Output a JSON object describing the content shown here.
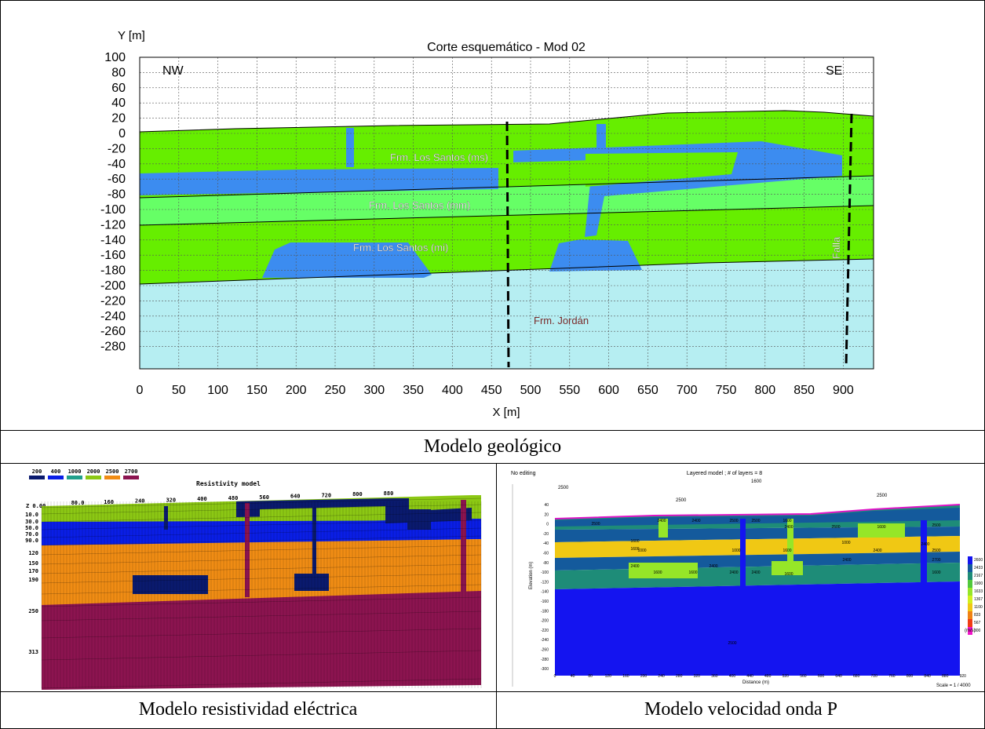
{
  "captions": {
    "geologic": "Modelo geológico",
    "resistivity": "Modelo resistividad eléctrica",
    "velocity": "Modelo velocidad onda P"
  },
  "geologic_section": {
    "title": "Corte esquemático - Mod 02",
    "ylabel": "Y [m]",
    "xlabel": "X [m]",
    "direction_left": "NW",
    "direction_right": "SE",
    "yticks": [
      "100",
      "80",
      "60",
      "40",
      "20",
      "0",
      "-20",
      "-40",
      "-60",
      "-80",
      "-100",
      "-120",
      "-140",
      "-160",
      "-180",
      "-200",
      "-220",
      "-240",
      "-260",
      "-280"
    ],
    "xticks": [
      "0",
      "50",
      "100",
      "150",
      "200",
      "250",
      "300",
      "350",
      "400",
      "450",
      "500",
      "550",
      "600",
      "650",
      "700",
      "750",
      "800",
      "850",
      "900"
    ],
    "labels": {
      "upper": "Frm. Los Santos (ms)",
      "middle": "Frm. Los Santos (mm)",
      "lower": "Frm. Los Santos (mi)",
      "base": "Frm. Jordán",
      "fault": "Falla"
    },
    "colors": {
      "green_dark": "#66ee00",
      "green_light": "#66ff66",
      "blue": "#3c8cf0",
      "base": "#b6eef2"
    }
  },
  "resistivity_model": {
    "title": "Resistivity model",
    "legend": [
      {
        "value": "200",
        "color": "#0a1a6e"
      },
      {
        "value": "400",
        "color": "#0a1ee6"
      },
      {
        "value": "1000",
        "color": "#21a08c"
      },
      {
        "value": "2000",
        "color": "#8cc814"
      },
      {
        "value": "2500",
        "color": "#f08c14"
      },
      {
        "value": "2700",
        "color": "#8c1450"
      }
    ],
    "xticks": [
      "80.0",
      "160",
      "240",
      "320",
      "400",
      "480",
      "560",
      "640",
      "720",
      "800",
      "880"
    ],
    "depth_labels": [
      "Z  0.00",
      "10.0",
      "30.0",
      "50.0",
      "70.0",
      "90.0",
      "120",
      "150",
      "170",
      "190",
      "250",
      "313"
    ]
  },
  "velocity_model": {
    "header_left": "No editing",
    "title": "Layered model ; # of layers = 8",
    "left_marker": "2500",
    "markers": [
      "2500",
      "1600",
      "2500"
    ],
    "yaxis_label": "Elevation (m)",
    "xaxis_label": "Distance (m)",
    "scale": "Scale = 1 / 4000",
    "unit": "(m/s)",
    "yticks": [
      "40",
      "20",
      "0",
      "-20",
      "-40",
      "-60",
      "-80",
      "-100",
      "-120",
      "-140",
      "-160",
      "-180",
      "-200",
      "-220",
      "-240",
      "-260",
      "-280",
      "-300"
    ],
    "xticks": [
      "0",
      "40",
      "80",
      "120",
      "160",
      "200",
      "240",
      "280",
      "320",
      "360",
      "400",
      "440",
      "480",
      "520",
      "560",
      "600",
      "640",
      "680",
      "720",
      "760",
      "800",
      "840",
      "880",
      "920"
    ],
    "colorbar": [
      {
        "value": "2600",
        "color": "#1414f0"
      },
      {
        "value": "2433",
        "color": "#145a9c"
      },
      {
        "value": "2167",
        "color": "#1e8c78"
      },
      {
        "value": "1900",
        "color": "#50c83c"
      },
      {
        "value": "1633",
        "color": "#96e628"
      },
      {
        "value": "1367",
        "color": "#d2f01e"
      },
      {
        "value": "1100",
        "color": "#f0c814"
      },
      {
        "value": "833",
        "color": "#f08214"
      },
      {
        "value": "567",
        "color": "#f03c14"
      },
      {
        "value": "300",
        "color": "#f014c8"
      }
    ],
    "cell_labels": [
      "2500",
      "2400",
      "2400",
      "2500",
      "2500",
      "1600",
      "1600",
      "1600",
      "2400",
      "2500",
      "1000",
      "1000",
      "1600",
      "1000",
      "2400",
      "2400",
      "2400",
      "1600",
      "2400",
      "2400",
      "1600",
      "2400",
      "2400",
      "1600",
      "2500",
      "1600",
      "2500",
      "2500",
      "2700",
      "1600"
    ]
  }
}
